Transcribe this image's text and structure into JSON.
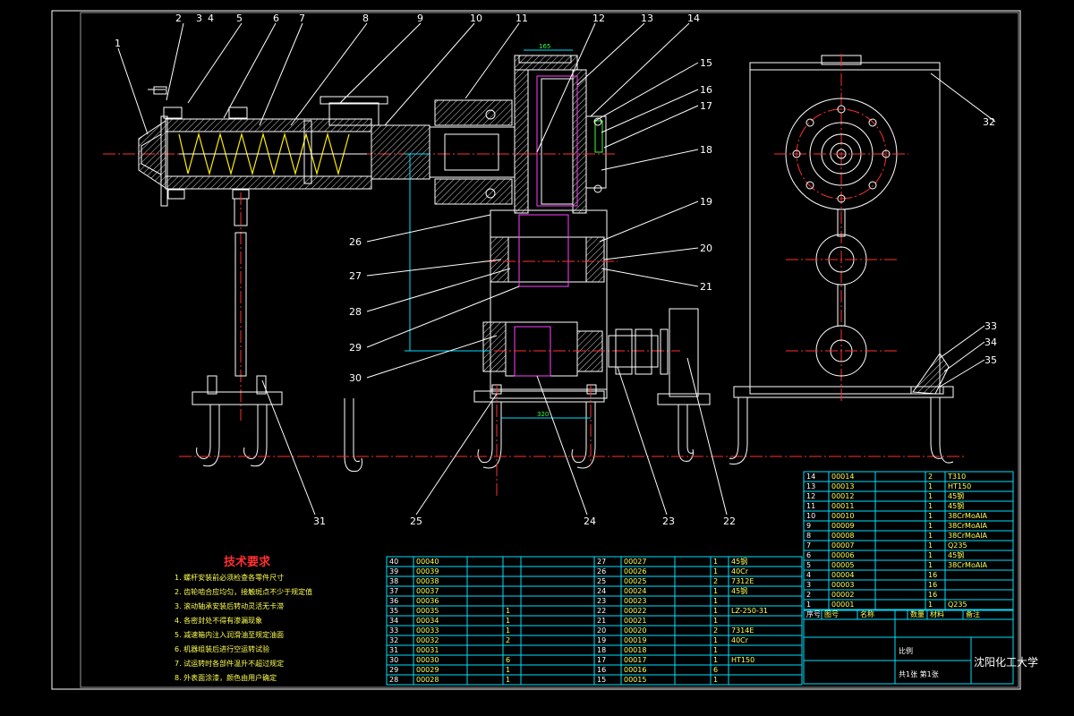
{
  "balloons_top": [
    "1",
    "2",
    "3",
    "4",
    "5",
    "6",
    "7",
    "8",
    "9",
    "10",
    "11",
    "12",
    "13",
    "14"
  ],
  "balloons_right": [
    "15",
    "16",
    "17",
    "18",
    "19",
    "20",
    "21",
    "32",
    "33",
    "34",
    "35"
  ],
  "balloons_left": [
    "26",
    "27",
    "28",
    "29",
    "30"
  ],
  "balloons_bottom": [
    "31",
    "25",
    "24",
    "23",
    "22"
  ],
  "dims": {
    "top_width": "165",
    "base_width": "320"
  },
  "tech_req": {
    "title": "技术要求",
    "items": [
      "1.  螺杆安装前必须检查各零件尺寸",
      "2.  齿轮啮合应均匀，接触斑点不少于规定值",
      "3.  滚动轴承安装后转动灵活无卡滞",
      "4.  各密封处不得有渗漏现象",
      "5.  减速箱内注入润滑油至规定油面",
      "6.  机器组装后进行空运转试验",
      "7.  试运转时各部件温升不超过规定",
      "8.  外表面涂漆，颜色由用户确定"
    ]
  },
  "bom_right": [
    [
      "14",
      "00014",
      "",
      "2",
      "T310"
    ],
    [
      "13",
      "00013",
      "",
      "1",
      "HT150"
    ],
    [
      "12",
      "00012",
      "",
      "1",
      "45钢"
    ],
    [
      "11",
      "00011",
      "",
      "1",
      "45钢"
    ],
    [
      "10",
      "00010",
      "",
      "1",
      "38CrMoAlA"
    ],
    [
      "9",
      "00009",
      "",
      "1",
      "38CrMoAlA"
    ],
    [
      "8",
      "00008",
      "",
      "1",
      "38CrMoAlA"
    ],
    [
      "7",
      "00007",
      "",
      "1",
      "Q235"
    ],
    [
      "6",
      "00006",
      "",
      "1",
      "45钢"
    ],
    [
      "5",
      "00005",
      "",
      "1",
      "38CrMoAlA"
    ],
    [
      "4",
      "00004",
      "",
      "16",
      ""
    ],
    [
      "3",
      "00003",
      "",
      "16",
      ""
    ],
    [
      "2",
      "00002",
      "",
      "16",
      ""
    ],
    [
      "1",
      "00001",
      "",
      "1",
      "Q235"
    ]
  ],
  "bom_right_header": [
    "序号",
    "图号",
    "名称",
    "数量",
    "材料",
    "备注"
  ],
  "bom_mid_left": [
    [
      "40",
      "00040",
      "",
      "",
      ""
    ],
    [
      "39",
      "00039",
      "",
      "",
      ""
    ],
    [
      "38",
      "00038",
      "",
      "",
      ""
    ],
    [
      "37",
      "00037",
      "",
      "",
      ""
    ],
    [
      "36",
      "00036",
      "",
      "",
      ""
    ],
    [
      "35",
      "00035",
      "",
      "1",
      ""
    ],
    [
      "34",
      "00034",
      "",
      "1",
      ""
    ],
    [
      "33",
      "00033",
      "",
      "1",
      ""
    ],
    [
      "32",
      "00032",
      "",
      "2",
      ""
    ],
    [
      "31",
      "00031",
      "",
      "",
      ""
    ],
    [
      "30",
      "00030",
      "",
      "6",
      ""
    ],
    [
      "29",
      "00029",
      "",
      "1",
      ""
    ],
    [
      "28",
      "00028",
      "",
      "1",
      ""
    ]
  ],
  "bom_mid_right": [
    [
      "27",
      "00027",
      "",
      "1",
      "45钢"
    ],
    [
      "26",
      "00026",
      "",
      "1",
      "40Cr"
    ],
    [
      "25",
      "00025",
      "",
      "2",
      "7312E"
    ],
    [
      "24",
      "00024",
      "",
      "1",
      "45钢"
    ],
    [
      "23",
      "00023",
      "",
      "1",
      ""
    ],
    [
      "22",
      "00022",
      "",
      "1",
      "LZ-250-31"
    ],
    [
      "21",
      "00021",
      "",
      "1",
      ""
    ],
    [
      "20",
      "00020",
      "",
      "2",
      "7314E"
    ],
    [
      "19",
      "00019",
      "",
      "1",
      "40Cr"
    ],
    [
      "18",
      "00018",
      "",
      "1",
      ""
    ],
    [
      "17",
      "00017",
      "",
      "1",
      "HT150"
    ],
    [
      "16",
      "00016",
      "",
      "6",
      ""
    ],
    [
      "15",
      "00015",
      "",
      "1",
      ""
    ]
  ],
  "title_block": {
    "school": "沈阳化工大学",
    "scale_label": "比例",
    "sheet": "共1张 第1张"
  },
  "colors": {
    "bg": "#000000",
    "line": "#ffffff",
    "center": "#ff3030",
    "table": "#00e0ff",
    "text": "#ffff55"
  }
}
